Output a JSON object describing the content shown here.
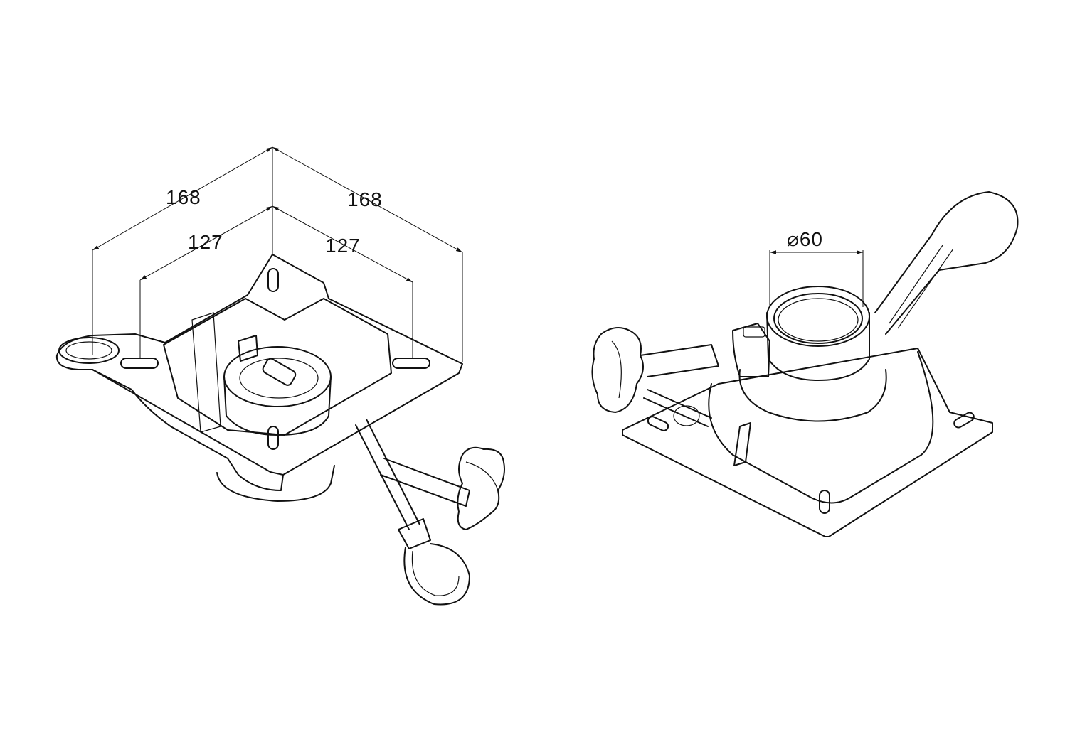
{
  "dimensions": {
    "outer_left": "168",
    "outer_right": "168",
    "inner_left": "127",
    "inner_right": "127",
    "column_diameter": "⌀60"
  },
  "units_value_colors": {
    "line": "#111111",
    "background": "#ffffff"
  }
}
